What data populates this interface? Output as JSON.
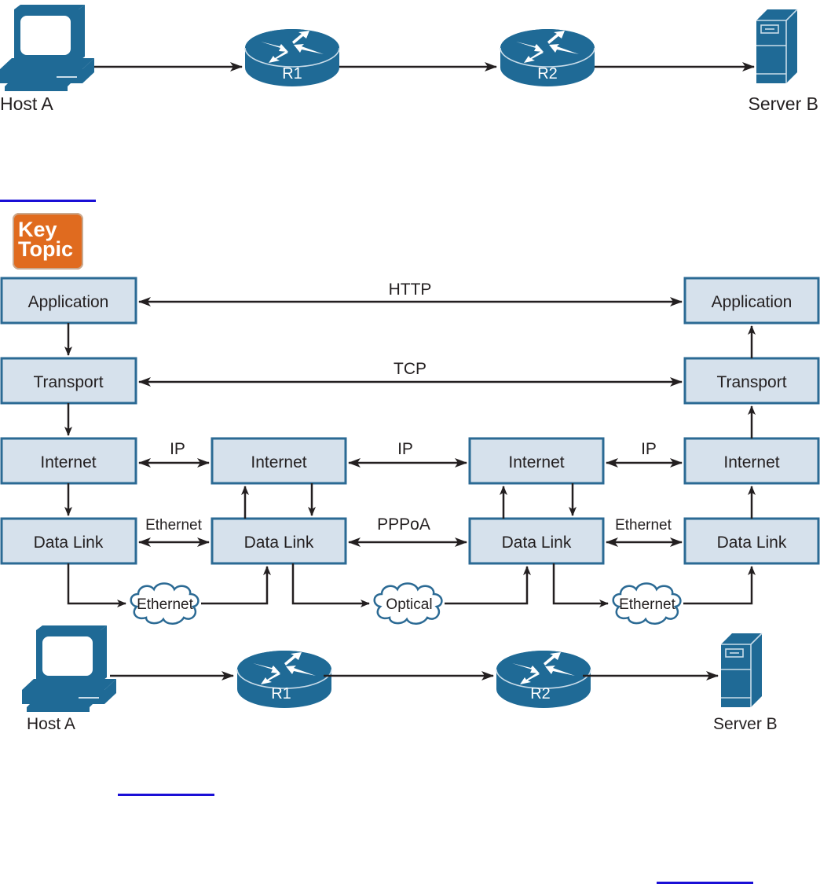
{
  "top_figure": {
    "devices": [
      {
        "id": "host-a",
        "type": "pc",
        "label": "Host A"
      },
      {
        "id": "r1",
        "type": "router",
        "label": "R1"
      },
      {
        "id": "r2",
        "type": "router",
        "label": "R2"
      },
      {
        "id": "server-b",
        "type": "server",
        "label": "Server B"
      }
    ]
  },
  "links": {
    "figure_ref_1": "",
    "figure_ref_2": "",
    "figure_ref_3": ""
  },
  "key_topic": {
    "line1": "Key",
    "line2": "Topic"
  },
  "stack_diagram": {
    "columns": [
      {
        "id": "host-a",
        "layers": [
          "Application",
          "Transport",
          "Internet",
          "Data Link"
        ]
      },
      {
        "id": "r1",
        "layers": [
          "Internet",
          "Data Link"
        ]
      },
      {
        "id": "r2",
        "layers": [
          "Internet",
          "Data Link"
        ]
      },
      {
        "id": "server-b",
        "layers": [
          "Application",
          "Transport",
          "Internet",
          "Data Link"
        ]
      }
    ],
    "protocols": {
      "application": "HTTP",
      "transport": "TCP",
      "internet": [
        "IP",
        "IP",
        "IP"
      ],
      "data_link": [
        "Ethernet",
        "PPPoA",
        "Ethernet"
      ]
    },
    "physical_links": [
      "Ethernet",
      "Optical",
      "Ethernet"
    ]
  },
  "bottom_figure": {
    "devices": [
      {
        "id": "host-a",
        "type": "pc",
        "label": "Host A"
      },
      {
        "id": "r1",
        "type": "router",
        "label": "R1"
      },
      {
        "id": "r2",
        "type": "router",
        "label": "R2"
      },
      {
        "id": "server-b",
        "type": "server",
        "label": "Server B"
      }
    ]
  },
  "colors": {
    "device_blue": "#1f6a96",
    "box_fill": "#d6e1ec",
    "box_border": "#2b6a94",
    "key_topic_orange": "#e06b1f",
    "link_blue": "#1a0fd6"
  }
}
